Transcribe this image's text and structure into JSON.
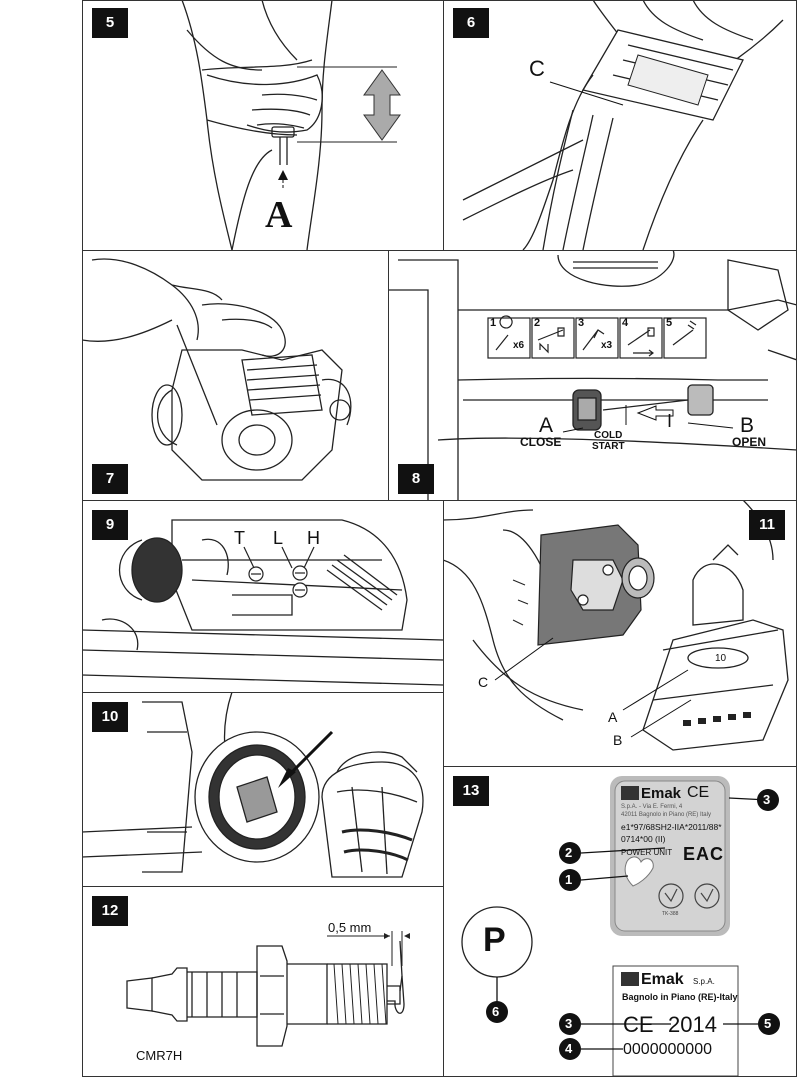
{
  "figures": {
    "f5": {
      "number": "5",
      "label_a": "A"
    },
    "f6": {
      "number": "6",
      "label_c": "C"
    },
    "f7": {
      "number": "7"
    },
    "f8": {
      "number": "8",
      "steps": [
        "1",
        "2",
        "3",
        "4",
        "5"
      ],
      "step_mult_1": "x6",
      "step_mult_3": "x3",
      "label_a": "A",
      "label_b": "B",
      "label_i": "I",
      "close": "CLOSE",
      "cold": "COLD",
      "start": "START",
      "open": "OPEN"
    },
    "f9": {
      "number": "9",
      "label_t": "T",
      "label_l": "L",
      "label_h": "H"
    },
    "f10": {
      "number": "10"
    },
    "f11": {
      "number": "11",
      "label_c": "C",
      "label_a": "A",
      "label_b": "B",
      "dial": "10"
    },
    "f12": {
      "number": "12",
      "gap": "0,5 mm",
      "model": "CMR7H"
    },
    "f13": {
      "number": "13",
      "plate": {
        "brand": "Emak",
        "ce": "CE",
        "company": "S.p.A. - Via E. Fermi, 4",
        "address": "42011 Bagnolo in Piano (RE) Italy",
        "approval": "e1*97/68SH2-IIA*2011/88*",
        "approval2": "0714*00 (II)",
        "power_unit": "POWER UNIT",
        "eac": "EAC",
        "tk": "TK-388"
      },
      "label": {
        "brand": "Emak",
        "spa": "S.p.A.",
        "address": "Bagnolo in Piano (RE)-Italy",
        "ce": "CE",
        "year": "2014",
        "serial": "0000000000"
      },
      "p_symbol": "P",
      "callouts": [
        "1",
        "2",
        "3",
        "4",
        "5",
        "6"
      ]
    }
  }
}
